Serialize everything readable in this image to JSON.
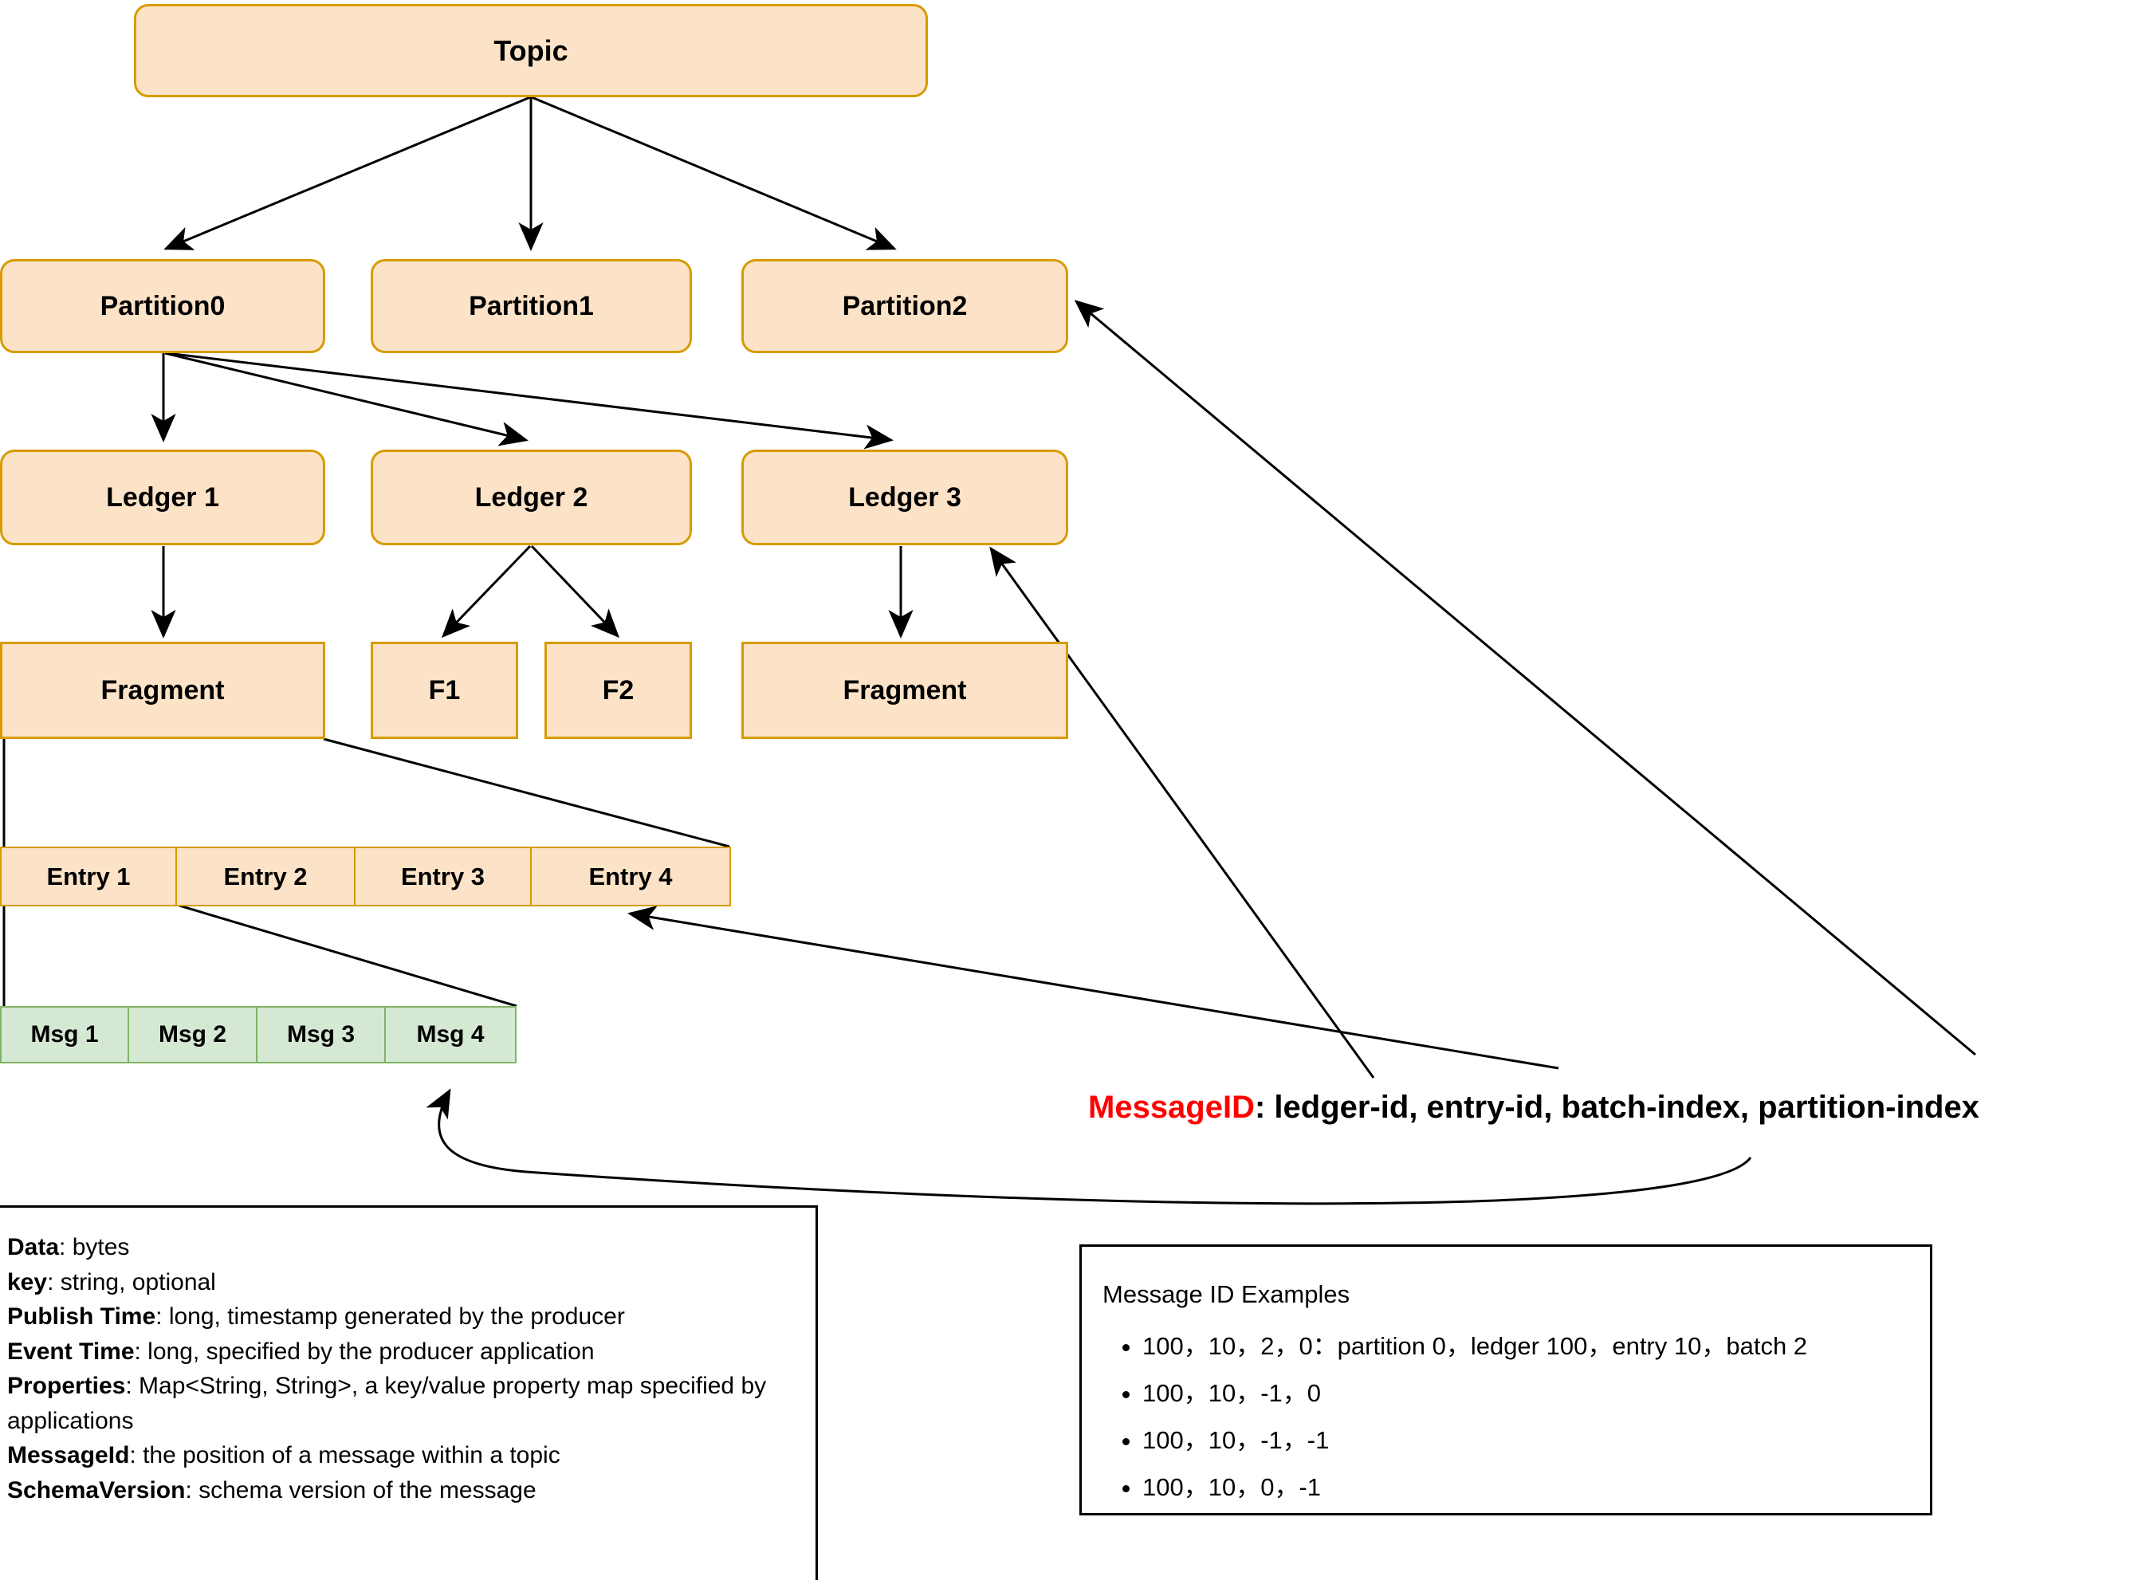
{
  "diagram": {
    "title_node": {
      "label": "Topic"
    },
    "partitions": [
      {
        "label": "Partition0"
      },
      {
        "label": "Partition1"
      },
      {
        "label": "Partition2"
      }
    ],
    "ledgers": [
      {
        "label": "Ledger 1"
      },
      {
        "label": "Ledger 2"
      },
      {
        "label": "Ledger 3"
      }
    ],
    "fragments": [
      {
        "label": "Fragment"
      },
      {
        "label": "F1"
      },
      {
        "label": "F2"
      },
      {
        "label": "Fragment"
      }
    ],
    "entries": [
      {
        "label": "Entry 1"
      },
      {
        "label": "Entry 2"
      },
      {
        "label": "Entry 3"
      },
      {
        "label": "Entry 4"
      }
    ],
    "messages": [
      {
        "label": "Msg 1"
      },
      {
        "label": "Msg 2"
      },
      {
        "label": "Msg 3"
      },
      {
        "label": "Msg 4"
      }
    ],
    "message_id_label": {
      "accent_text": "MessageID",
      "rest_text": ":  ledger-id, entry-id, batch-index, partition-index",
      "accent_color": "#ff0000"
    },
    "message_fields_panel": {
      "rows": [
        {
          "term": "Data",
          "desc": ": bytes"
        },
        {
          "term": "key",
          "desc": ": string, optional"
        },
        {
          "term": "Publish Time",
          "desc": ": long, timestamp generated by the producer"
        },
        {
          "term": "Event Time",
          "desc": ": long, specified by the producer application"
        },
        {
          "term": "Properties",
          "desc": ": Map<String, String>, a key/value property map specified by"
        },
        {
          "term": "",
          "desc": "applications"
        },
        {
          "term": "MessageId",
          "desc": ": the position of a message within a topic"
        },
        {
          "term": "SchemaVersion",
          "desc": ": schema version of the message"
        }
      ]
    },
    "examples_panel": {
      "title": "Message ID Examples",
      "items": [
        "100，10，2，0：partition 0，ledger 100，entry 10，batch 2",
        "100，10，-1，0",
        "100，10，-1，-1",
        "100，10，0，-1"
      ]
    },
    "colors": {
      "node_fill": "#fce3c7",
      "node_stroke": "#d79b00",
      "msg_fill": "#d5e8d4",
      "msg_stroke": "#82b366",
      "edge": "#000000",
      "accent": "#ff0000"
    }
  }
}
